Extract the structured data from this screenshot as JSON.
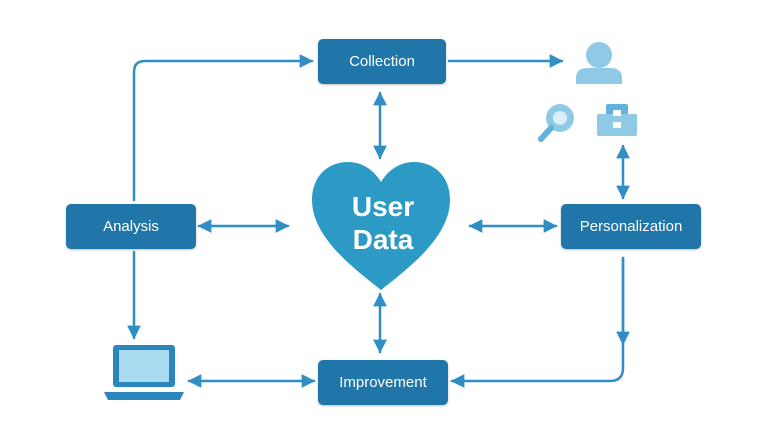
{
  "colors": {
    "box": "#2076a9",
    "arrow": "#2f8fc4",
    "heart": "#2c9ac5",
    "icon_light": "#8ecae6",
    "icon_mid": "#5fb3dd",
    "laptop_body": "#2b86be",
    "laptop_screen": "#a8daf0"
  },
  "center": {
    "line1": "User",
    "line2": "Data"
  },
  "nodes": {
    "collection": "Collection",
    "analysis": "Analysis",
    "personalization": "Personalization",
    "improvement": "Improvement"
  },
  "icons": [
    "user-icon",
    "magnifier-icon",
    "toolbox-icon",
    "laptop-icon"
  ]
}
